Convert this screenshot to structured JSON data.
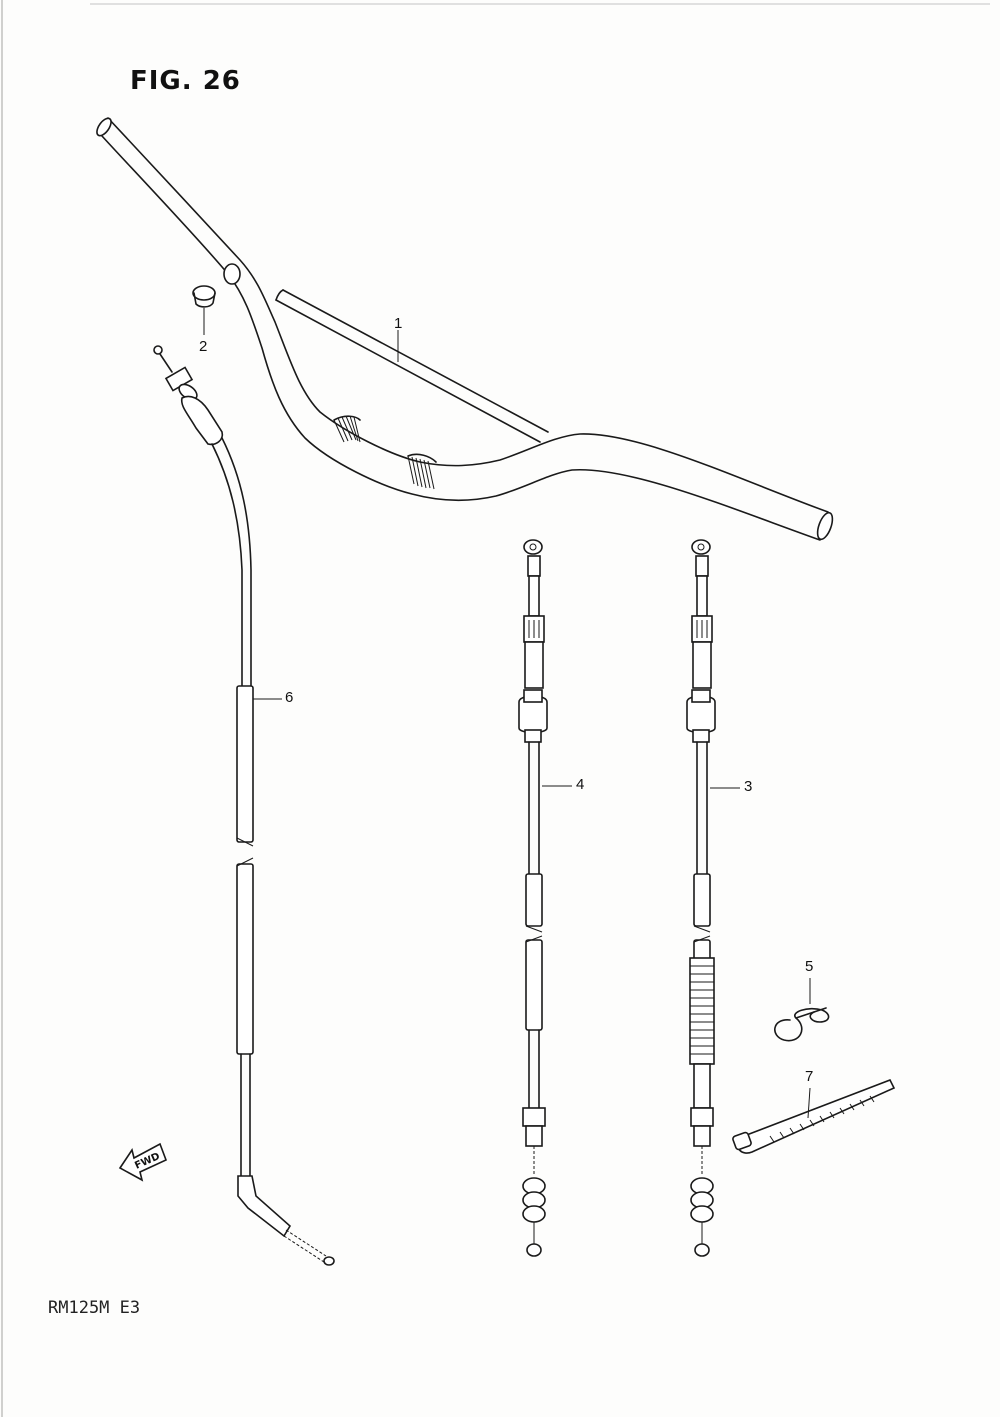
{
  "figure": {
    "title": "FIG. 26",
    "model": "RM125M  E3"
  },
  "callouts": [
    "1",
    "2",
    "3",
    "4",
    "5",
    "6",
    "7"
  ],
  "direction_badge": "FWD",
  "parts": [
    {
      "ref": "1",
      "icon": "handlebar-icon"
    },
    {
      "ref": "2",
      "icon": "plug-icon"
    },
    {
      "ref": "3",
      "icon": "clutch-cable-icon"
    },
    {
      "ref": "4",
      "icon": "brake-cable-icon"
    },
    {
      "ref": "5",
      "icon": "spring-clip-icon"
    },
    {
      "ref": "6",
      "icon": "throttle-cable-icon"
    },
    {
      "ref": "7",
      "icon": "cable-tie-icon"
    }
  ]
}
